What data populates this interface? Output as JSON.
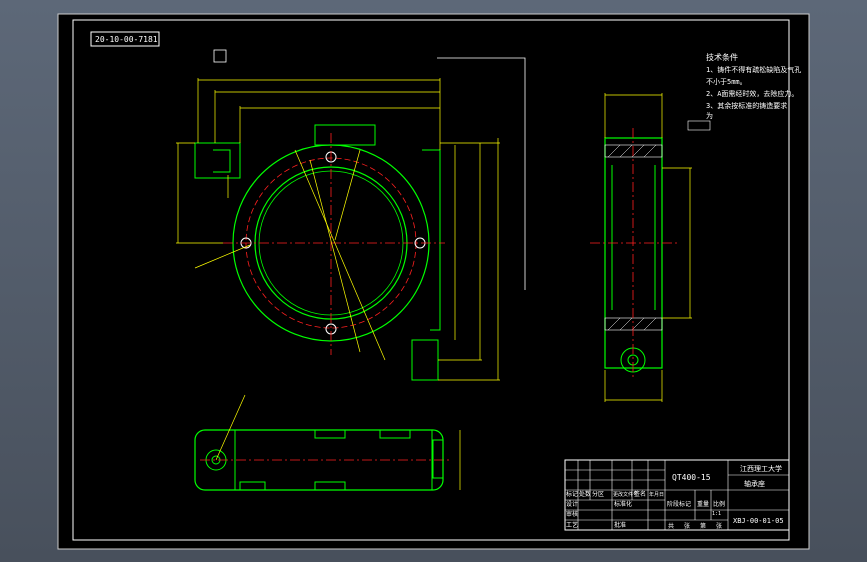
{
  "drawing": {
    "code_box": "20-10-00-7181",
    "part_label": "QT400-15",
    "university": "江西理工大学",
    "part_name": "轴承座",
    "drawing_number": "XBJ-00-01-05",
    "scale": "1:1"
  },
  "tech_requirements": {
    "title": "技术条件",
    "lines": [
      "1、铸件不得有疏松缺陷及气孔",
      "不小于5mm。",
      "2、A面需经时效，去除应力。",
      "3、其余按标准的铸造要求",
      "为"
    ]
  },
  "title_block": {
    "row_headers": [
      "标记",
      "处数",
      "分区",
      "更改文件号",
      "签名",
      "年月日"
    ],
    "labels": [
      "设计",
      "标准化",
      "审核",
      "工艺",
      "批准"
    ],
    "columns": [
      "阶段标记",
      "重量",
      "比例"
    ],
    "footer": [
      "共",
      "张",
      "第",
      "张"
    ]
  },
  "colors": {
    "frame": "#ffffff",
    "outline": "#00ff00",
    "dimension": "#ffff00",
    "centerline": "#ff0000",
    "text": "#ffffff"
  }
}
